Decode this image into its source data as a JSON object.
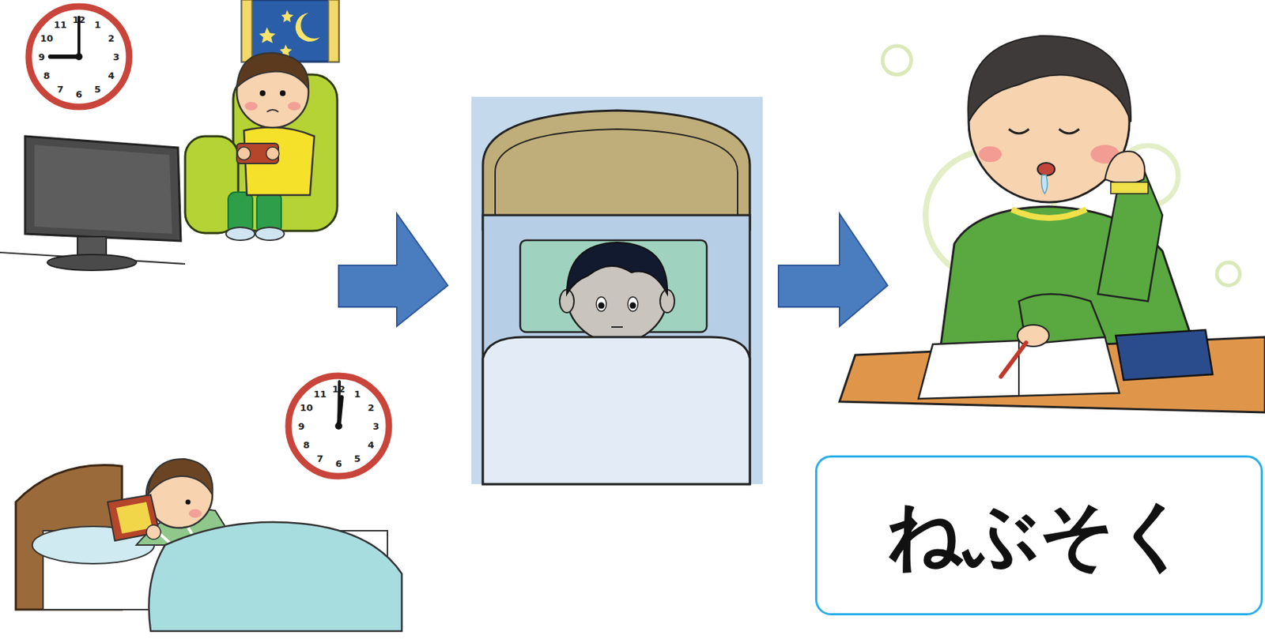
{
  "diagram": {
    "nodes": [
      {
        "text": [
          "ねぶそく"
        ]
      }
    ],
    "labels": [
      "12",
      "1",
      "2",
      "3",
      "4",
      "5",
      "6",
      "7",
      "8",
      "9",
      "10",
      "11",
      "12",
      "1",
      "2",
      "3",
      "4",
      "5",
      "6",
      "7",
      "8",
      "9",
      "10",
      "11"
    ]
  }
}
